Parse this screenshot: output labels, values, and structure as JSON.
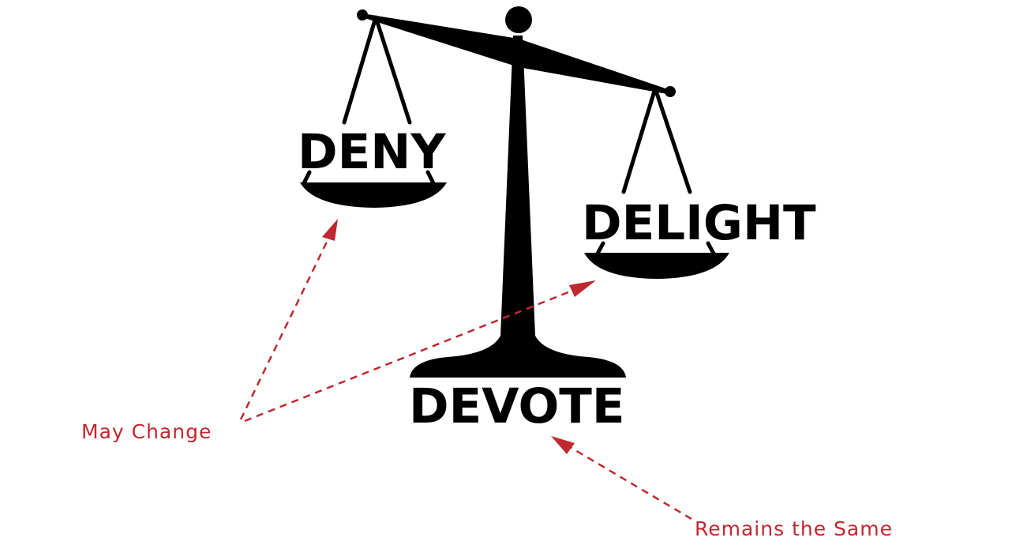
{
  "words": {
    "left_pan": "DENY",
    "right_pan": "DELIGHT",
    "base": "DEVOTE"
  },
  "annotations": {
    "may_change": "May Change",
    "remains_same": "Remains the Same"
  },
  "colors": {
    "ink": "#000000",
    "accent": "#c0282f",
    "background": "#ffffff"
  }
}
